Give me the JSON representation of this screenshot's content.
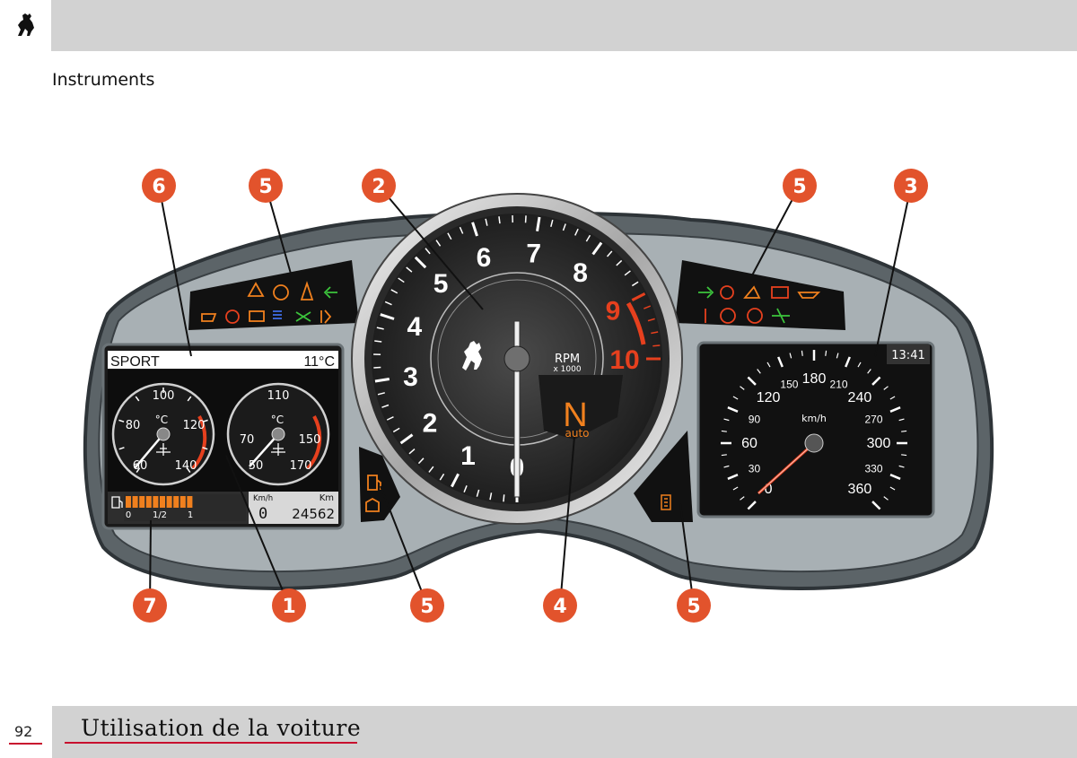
{
  "header": {
    "section_title": "Instruments"
  },
  "footer": {
    "page_number": "92",
    "chapter_title": "Utilisation de la voiture"
  },
  "colors": {
    "callout": "#e2532c",
    "accent_red": "#e6401e",
    "display_orange": "#f0801e",
    "warning_green": "#3cc43c"
  },
  "callouts": [
    {
      "label": "1"
    },
    {
      "label": "2"
    },
    {
      "label": "3"
    },
    {
      "label": "4"
    },
    {
      "label": "5"
    },
    {
      "label": "5"
    },
    {
      "label": "5"
    },
    {
      "label": "5"
    },
    {
      "label": "6"
    },
    {
      "label": "7"
    }
  ],
  "tachometer": {
    "numbers": [
      "0",
      "1",
      "2",
      "3",
      "4",
      "5",
      "6",
      "7",
      "8",
      "9",
      "10"
    ],
    "unit_label": "RPM",
    "unit_sub_label": "x 1000"
  },
  "gear_display": {
    "gear": "N",
    "mode": "auto"
  },
  "left_display": {
    "mode": "SPORT",
    "outside_temp": "11°C",
    "oil_gauge": {
      "labels": [
        "60",
        "80",
        "100",
        "120",
        "140"
      ],
      "unit": "°C"
    },
    "water_gauge": {
      "labels": [
        "50",
        "70",
        "110",
        "150",
        "170"
      ],
      "unit": "°C"
    },
    "fuel_scale": [
      "0",
      "1/2",
      "1"
    ],
    "fuel_segments_total": 10,
    "trip_unit": "Km/h",
    "trip_value": "0",
    "odometer_unit": "Km",
    "odometer_value": "24562"
  },
  "speedometer": {
    "labels": [
      "0",
      "30",
      "60",
      "90",
      "120",
      "150",
      "180",
      "210",
      "240",
      "270",
      "300",
      "330",
      "360"
    ],
    "unit": "km/h",
    "clock": "13:41"
  }
}
